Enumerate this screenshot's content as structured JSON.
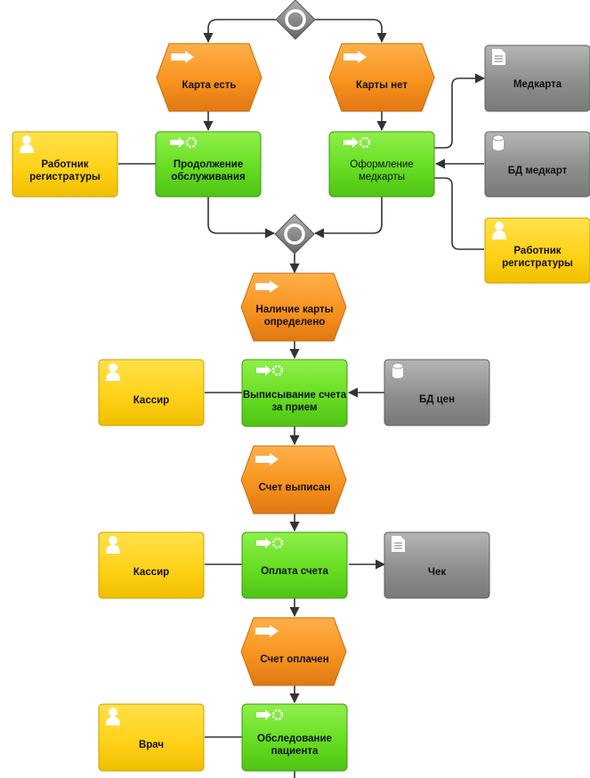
{
  "events": {
    "card_yes": [
      "Карта есть"
    ],
    "card_no": [
      "Карты нет"
    ],
    "card_determined": [
      "Наличие карты",
      "определено"
    ],
    "bill_issued": [
      "Счет выписан"
    ],
    "bill_paid": [
      "Счет оплачен"
    ]
  },
  "functions": {
    "continue_service": [
      "Продолжение",
      "обслуживания"
    ],
    "create_record": [
      "Оформление",
      "медкарты"
    ],
    "issue_bill": [
      "Выписывание счета",
      "за прием"
    ],
    "pay_bill": [
      "Оплата счета"
    ],
    "examine_patient": [
      "Обследование",
      "пациента"
    ]
  },
  "roles": {
    "registrar_left": [
      "Работник",
      "регистратуры"
    ],
    "registrar_right": [
      "Работник",
      "регистратуры"
    ],
    "cashier_1": [
      "Кассир"
    ],
    "cashier_2": [
      "Кассир"
    ],
    "doctor": [
      "Врач"
    ]
  },
  "objects": {
    "medcard": [
      "Медкарта"
    ],
    "db_medcards": [
      "БД медкарт"
    ],
    "db_prices": [
      "БД цен"
    ],
    "receipt": [
      "Чек"
    ]
  },
  "colors": {
    "event": "#f7931e",
    "function": "#66dd22",
    "role": "#ffd21a",
    "object": "#8c8f8c",
    "connector": "#333333",
    "gateway": "#888888"
  },
  "icons": {
    "event": "event-arrow-icon",
    "function": "function-gear-arrow-icon",
    "role": "person-icon",
    "document": "document-icon",
    "database": "database-icon",
    "gateway": "xor-gateway-icon"
  }
}
